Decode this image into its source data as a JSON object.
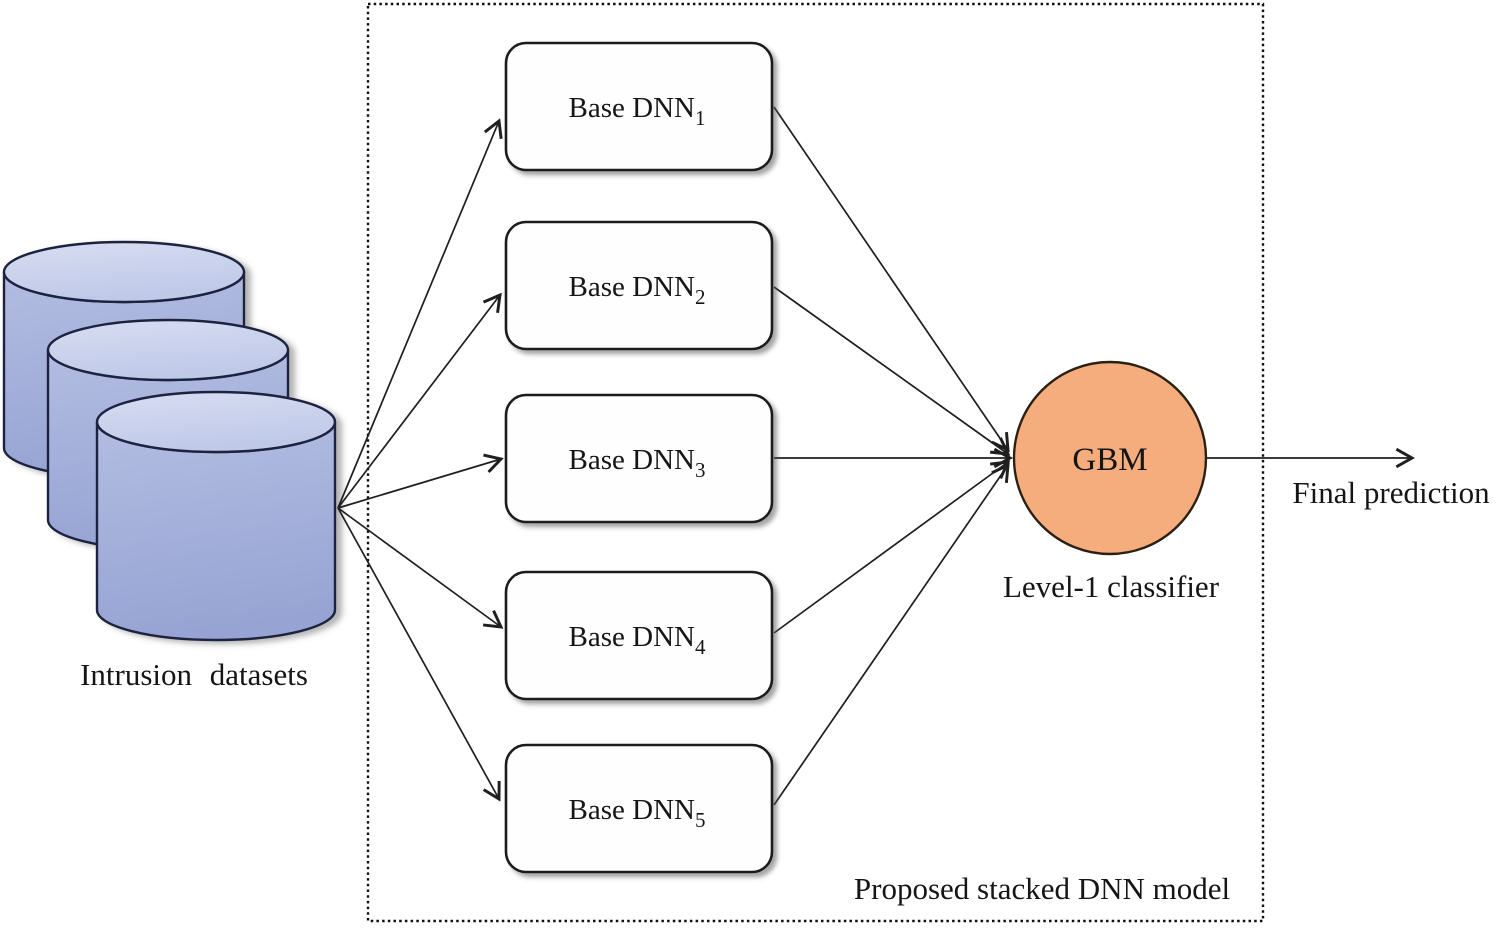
{
  "figure": {
    "dataset": {
      "label": "Intrusion datasets"
    },
    "base_models": [
      {
        "label": "Base DNN",
        "sub": "1"
      },
      {
        "label": "Base DNN",
        "sub": "2"
      },
      {
        "label": "Base DNN",
        "sub": "3"
      },
      {
        "label": "Base DNN",
        "sub": "4"
      },
      {
        "label": "Base DNN",
        "sub": "5"
      }
    ],
    "meta_classifier": {
      "label": "GBM",
      "caption": "Level-1 classifier"
    },
    "output": {
      "label": "Final prediction"
    },
    "container": {
      "label": "Proposed stacked DNN model"
    },
    "colors": {
      "meta_circle_fill": "#f5ad7d",
      "cylinder_body_light": "#b3bde2",
      "cylinder_body_dark": "#97a4d3",
      "cylinder_top_light": "#d7ddf1",
      "cylinder_top_dark": "#bfc9e8"
    }
  }
}
